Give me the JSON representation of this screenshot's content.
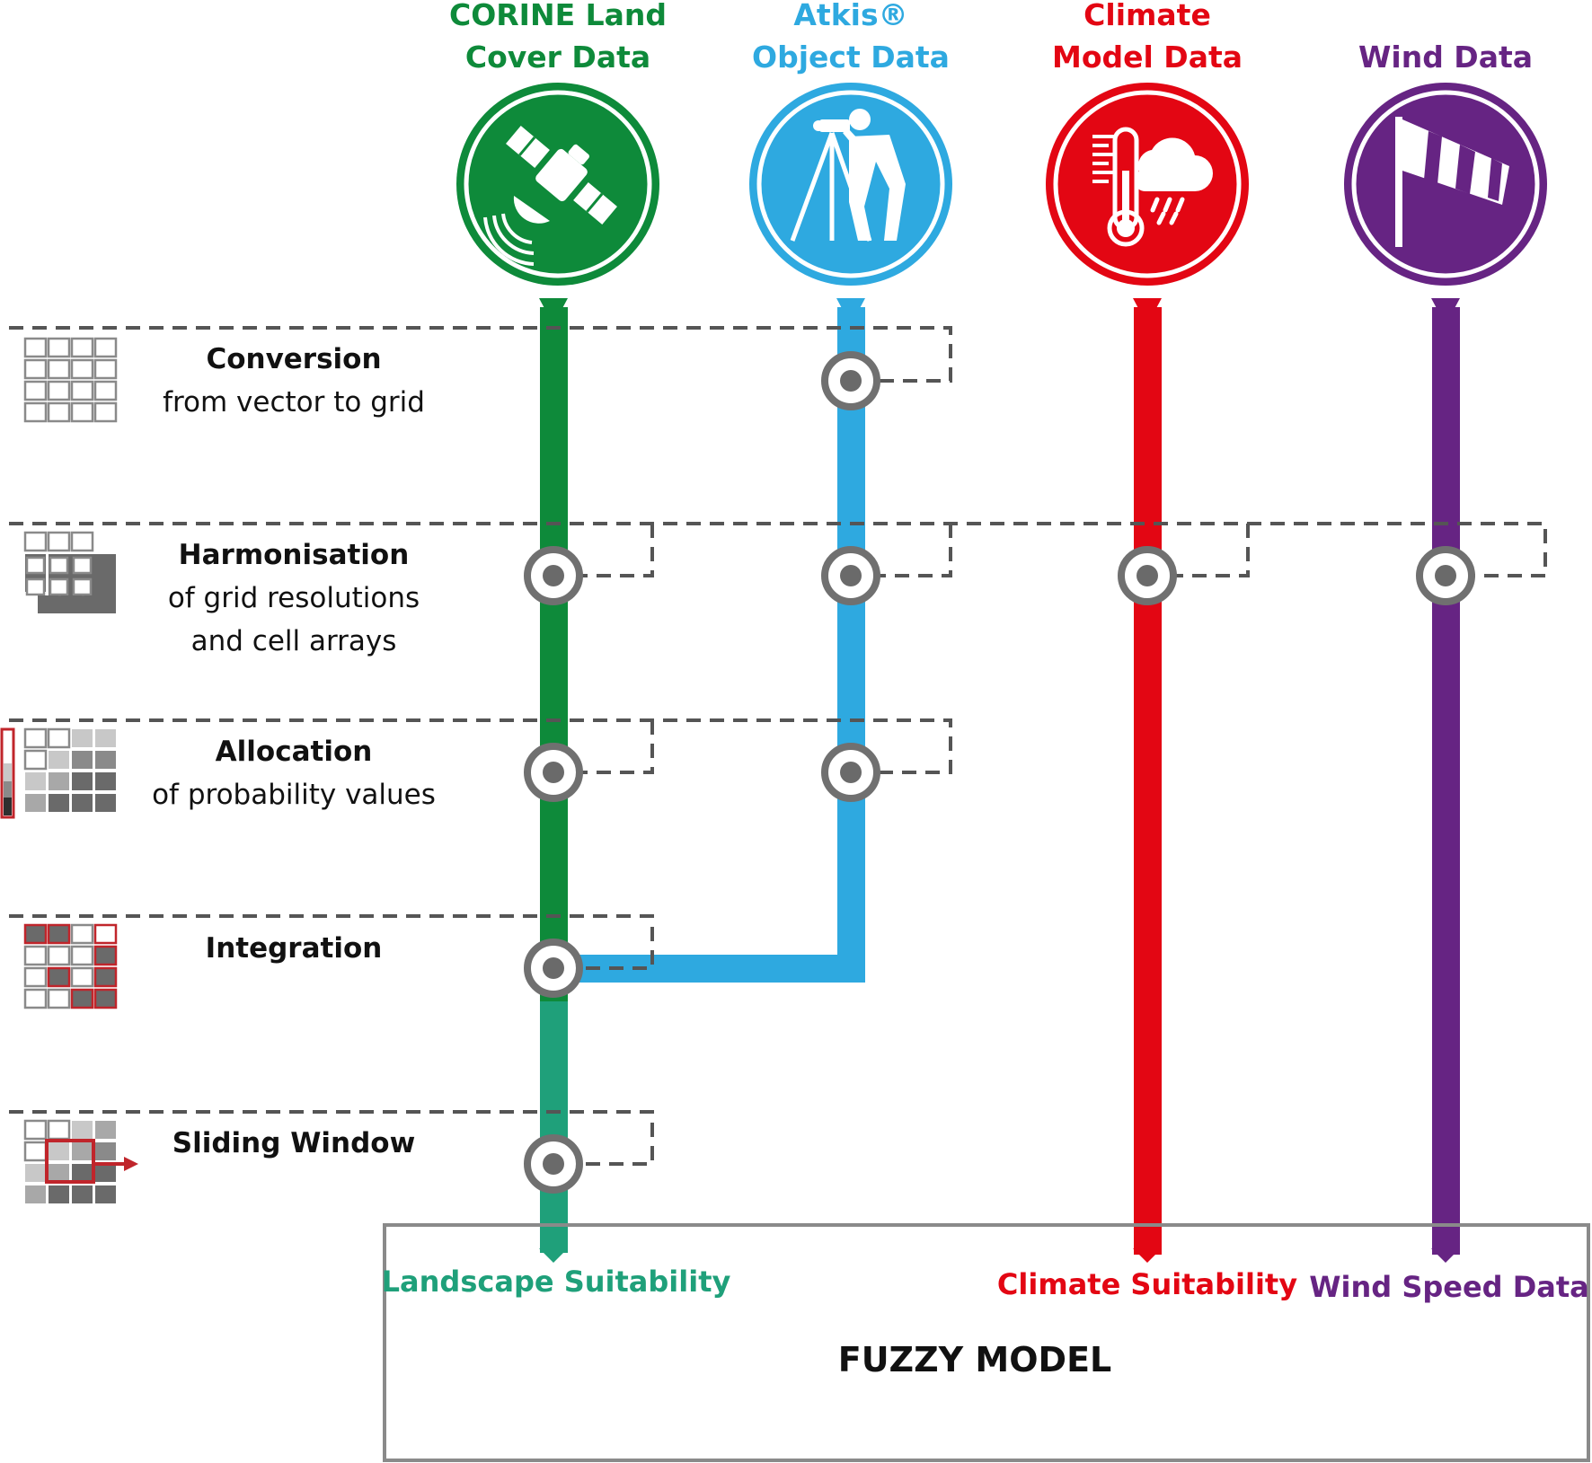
{
  "sources": [
    {
      "id": "corine",
      "title_lines": [
        "CORINE Land",
        "Cover Data"
      ],
      "color": "#0e8a3a",
      "icon": "satellite-icon"
    },
    {
      "id": "atkis",
      "title_lines": [
        "Atkis®",
        "Object Data"
      ],
      "color": "#2ea9e0",
      "icon": "surveyor-icon"
    },
    {
      "id": "climate",
      "title_lines": [
        "Climate",
        "Model Data"
      ],
      "color": "#e30613",
      "icon": "thermometer-cloud-icon"
    },
    {
      "id": "wind",
      "title_lines": [
        "",
        "Wind Data"
      ],
      "color": "#662483",
      "icon": "windsock-icon"
    }
  ],
  "steps": [
    {
      "id": "conversion",
      "title": "Conversion",
      "subtitle_lines": [
        "from vector to grid"
      ],
      "icon": "vector-grid-icon"
    },
    {
      "id": "harmonisation",
      "title": "Harmonisation",
      "subtitle_lines": [
        "of grid resolutions",
        "and cell arrays"
      ],
      "icon": "grid-merge-icon"
    },
    {
      "id": "allocation",
      "title": "Allocation",
      "subtitle_lines": [
        "of probability values"
      ],
      "icon": "probability-grid-icon"
    },
    {
      "id": "integration",
      "title": "Integration",
      "subtitle_lines": [],
      "icon": "grid-overlay-icon"
    },
    {
      "id": "sliding",
      "title": "Sliding Window",
      "subtitle_lines": [],
      "icon": "sliding-window-icon"
    }
  ],
  "outputs": [
    {
      "id": "landscape",
      "label": "Landscape Suitability",
      "color": "#1fa07a"
    },
    {
      "id": "climate",
      "label": "Climate Suitability",
      "color": "#e30613"
    },
    {
      "id": "wind",
      "label": "Wind Speed Data",
      "color": "#662483"
    }
  ],
  "model": {
    "label": "FUZZY MODEL"
  },
  "colors": {
    "node_ring": "#707070",
    "node_dot": "#6a6a6a",
    "dash": "#555555",
    "grid_stroke": "#8a8a8a",
    "highlight": "#c0252b"
  }
}
